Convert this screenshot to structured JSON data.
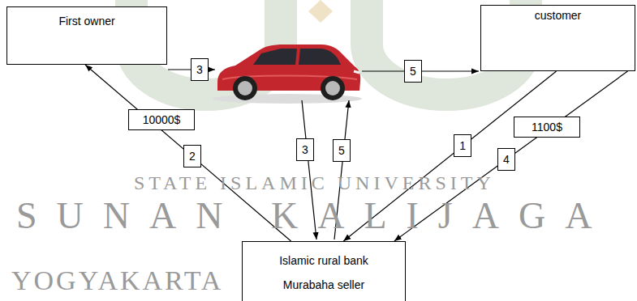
{
  "diagram": {
    "nodes": [
      {
        "text": [
          "First owner"
        ]
      },
      {
        "text": [
          "customer"
        ]
      },
      {
        "text": [
          "Islamic rural bank",
          "Murabaha seller"
        ]
      }
    ],
    "edges": [
      {
        "from": 2,
        "to": 0,
        "label": "2",
        "arrow": "to"
      },
      {
        "from": 1,
        "to": 2,
        "label": "1",
        "arrow": "to"
      },
      {
        "from": 1,
        "to": 2,
        "label": "4",
        "arrow": "to"
      }
    ],
    "labels": [
      "3",
      "5",
      "10000$",
      "1100$",
      "3",
      "5",
      "STATE ISLAMIC UNIVERSITY",
      "SUNAN KALIJAGA",
      "YOGYAKARTA"
    ]
  }
}
